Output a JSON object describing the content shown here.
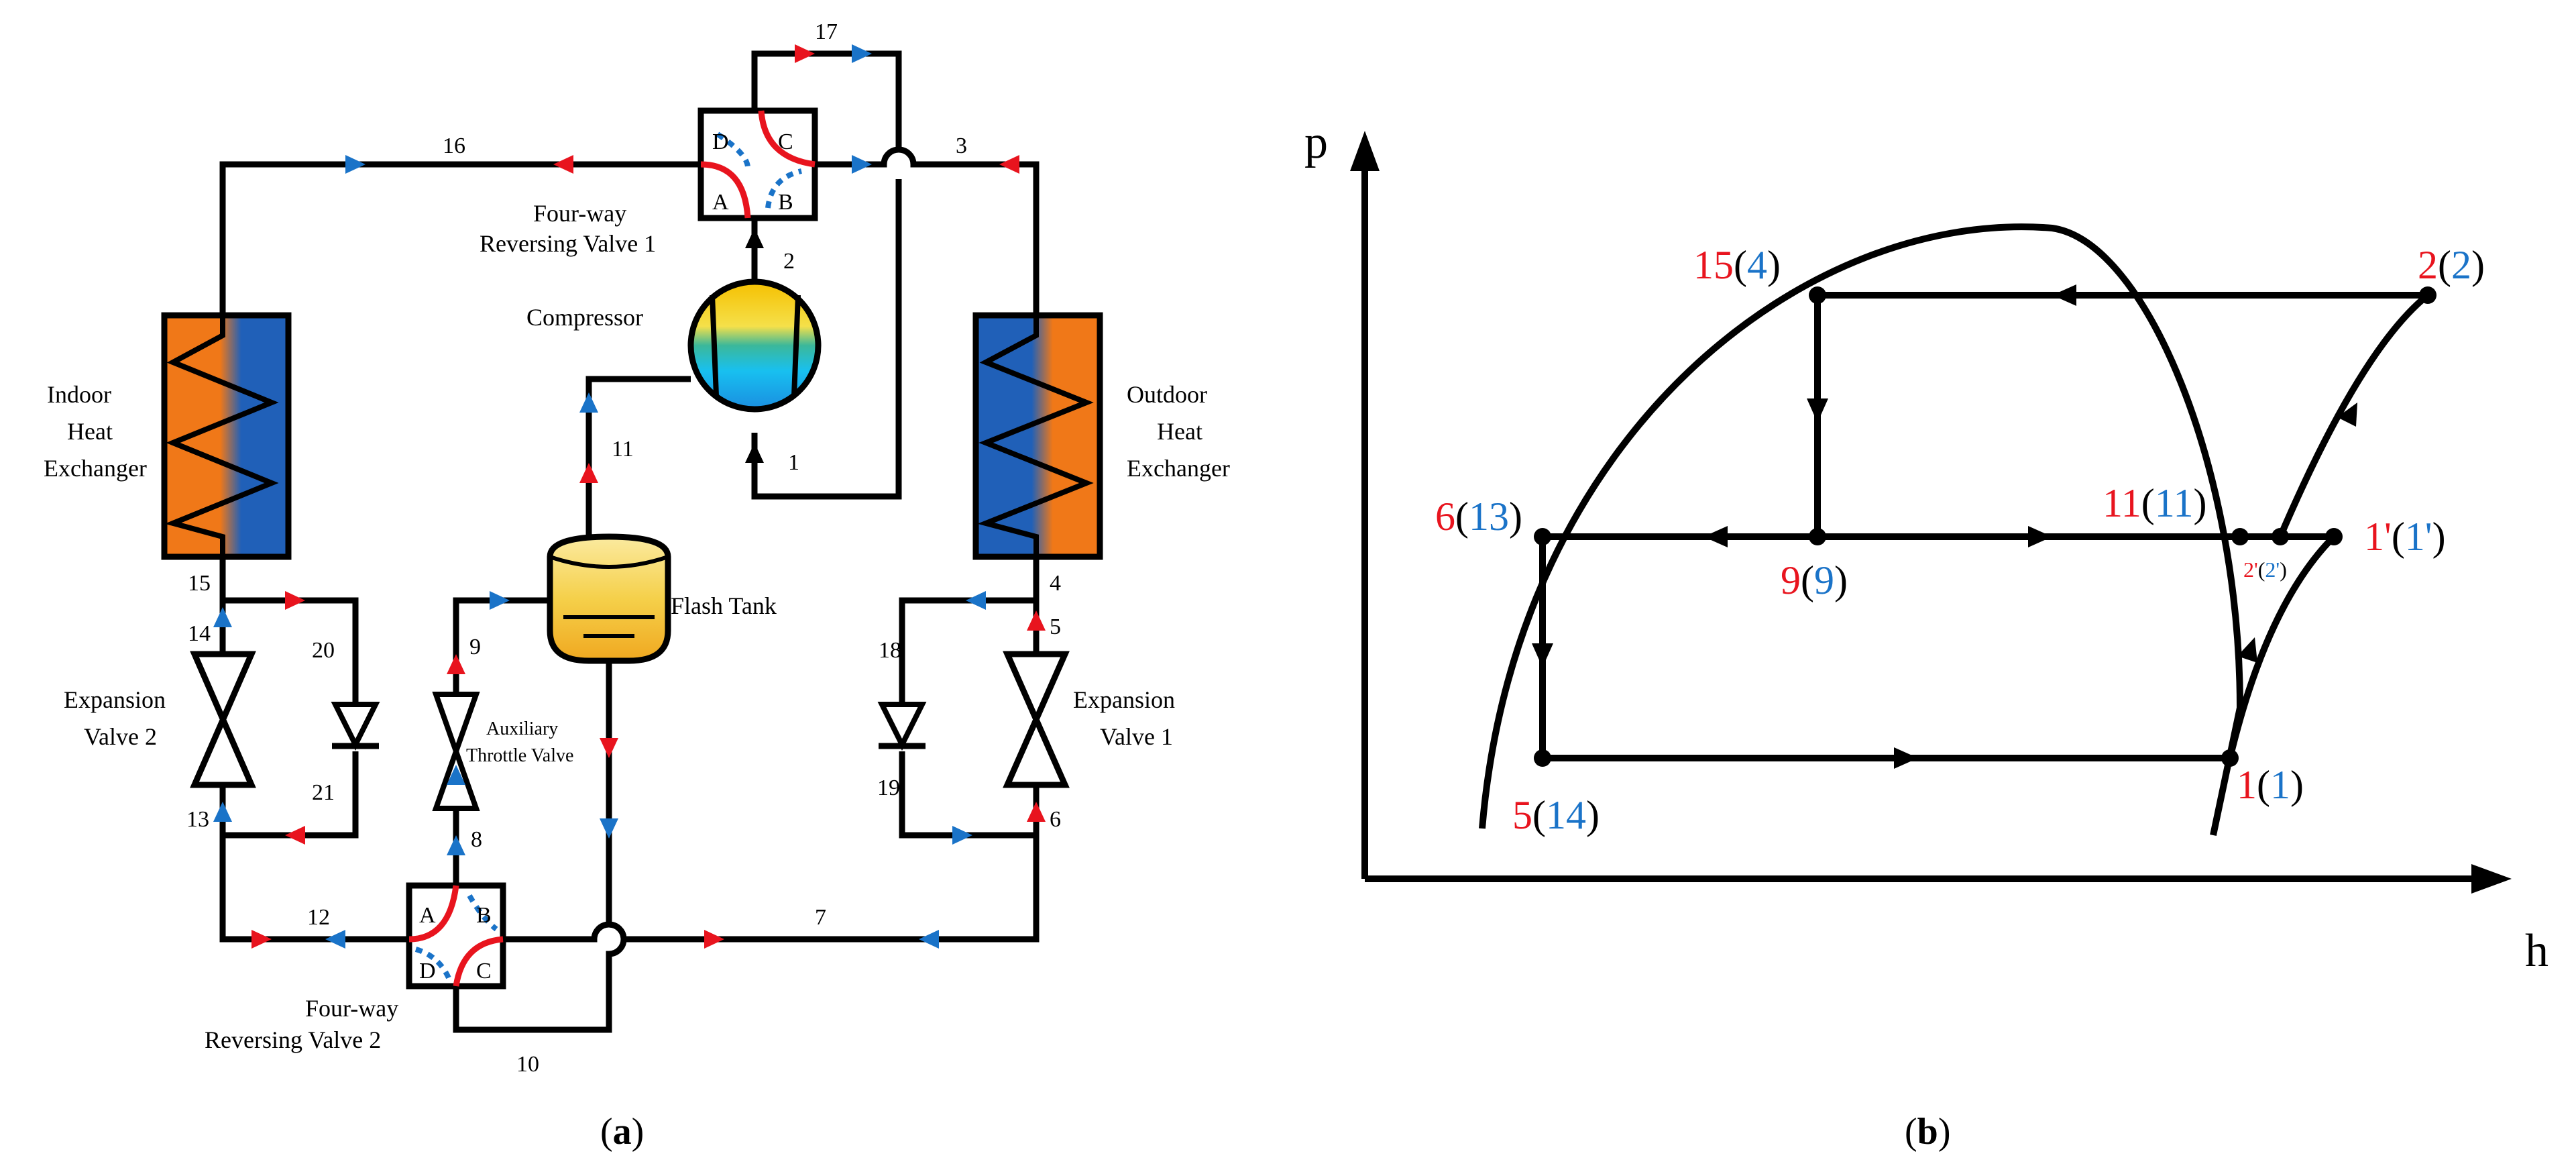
{
  "colors": {
    "red": "#e8141e",
    "blue": "#1a73c8",
    "black": "#000000",
    "indoor_orange": "#f07818",
    "indoor_blue": "#2060b8",
    "tank_yellow": "#f5d04a"
  },
  "icons": [
    "compressor-icon",
    "flash-tank-icon",
    "expansion-valve-icon",
    "check-valve-icon",
    "four-way-valve-icon",
    "heat-exchanger-icon"
  ],
  "diagram_a": {
    "caption_open": "(",
    "caption_letter": "a",
    "caption_close": ")",
    "labels": {
      "fwv1_line1": "Four-way",
      "fwv1_line2": "Reversing Valve 1",
      "fwv2_line1": "Four-way",
      "fwv2_line2": "Reversing Valve 2",
      "compressor": "Compressor",
      "indoor_line1": "Indoor",
      "indoor_line2": "Heat",
      "indoor_line3": "Exchanger",
      "outdoor_line1": "Outdoor",
      "outdoor_line2": "Heat",
      "outdoor_line3": "Exchanger",
      "flash_tank": "Flash Tank",
      "ev2_line1": "Expansion",
      "ev2_line2": "Valve 2",
      "ev1_line1": "Expansion",
      "ev1_line2": "Valve 1",
      "aux_line1": "Auxiliary",
      "aux_line2": "Throttle Valve"
    },
    "ports": {
      "v1": [
        "D",
        "C",
        "A",
        "B"
      ],
      "v2": [
        "A",
        "B",
        "D",
        "C"
      ]
    },
    "numbers": [
      "1",
      "2",
      "3",
      "4",
      "5",
      "6",
      "7",
      "8",
      "9",
      "10",
      "11",
      "12",
      "13",
      "14",
      "15",
      "16",
      "17",
      "18",
      "19",
      "20",
      "21"
    ]
  },
  "diagram_b": {
    "caption_open": "(",
    "caption_letter": "b",
    "caption_close": ")",
    "axis_y": "p",
    "axis_x": "h",
    "points": [
      {
        "red": "15",
        "blue": "4"
      },
      {
        "red": "2",
        "blue": "2"
      },
      {
        "red": "6",
        "blue": "13"
      },
      {
        "red": "9",
        "blue": "9"
      },
      {
        "red": "11",
        "blue": "11"
      },
      {
        "red": "2'",
        "blue": "2'"
      },
      {
        "red": "1'",
        "blue": "1'"
      },
      {
        "red": "5",
        "blue": "14"
      },
      {
        "red": "1",
        "blue": "1"
      }
    ]
  }
}
